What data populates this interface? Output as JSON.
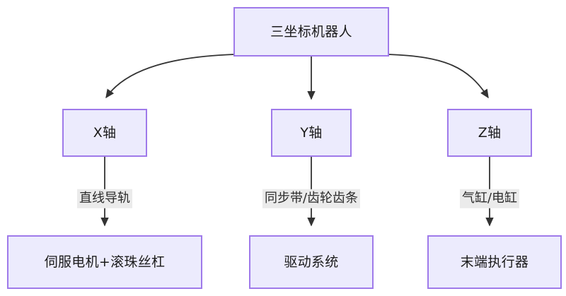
{
  "diagram": {
    "title_node": "三坐标机器人",
    "background_color": "#ffffff",
    "node_fill": "#ecebfd",
    "node_border": "#9f7aea",
    "edge_color": "#333333",
    "edge_label_background": "#ebebeb",
    "nodes": [
      {
        "id": "root",
        "label": "三坐标机器人",
        "level": 0
      },
      {
        "id": "x",
        "label": "X轴",
        "level": 1
      },
      {
        "id": "y",
        "label": "Y轴",
        "level": 1
      },
      {
        "id": "z",
        "label": "Z轴",
        "level": 1
      },
      {
        "id": "xsub",
        "label": "伺服电机+滚珠丝杠",
        "level": 2
      },
      {
        "id": "ysub",
        "label": "驱动系统",
        "level": 2
      },
      {
        "id": "zsub",
        "label": "末端执行器",
        "level": 2
      }
    ],
    "edges": [
      {
        "from": "root",
        "to": "x",
        "label": "",
        "style": "curved"
      },
      {
        "from": "root",
        "to": "y",
        "label": "",
        "style": "straight"
      },
      {
        "from": "root",
        "to": "z",
        "label": "",
        "style": "curved"
      },
      {
        "from": "x",
        "to": "xsub",
        "label": "直线导轨",
        "style": "straight"
      },
      {
        "from": "y",
        "to": "ysub",
        "label": "同步带/齿轮齿条",
        "style": "straight"
      },
      {
        "from": "z",
        "to": "zsub",
        "label": "气缸/电缸",
        "style": "straight"
      }
    ],
    "edge_labels": {
      "x_branch": "直线导轨",
      "y_branch": "同步带/齿轮齿条",
      "z_branch": "气缸/电缸"
    }
  }
}
